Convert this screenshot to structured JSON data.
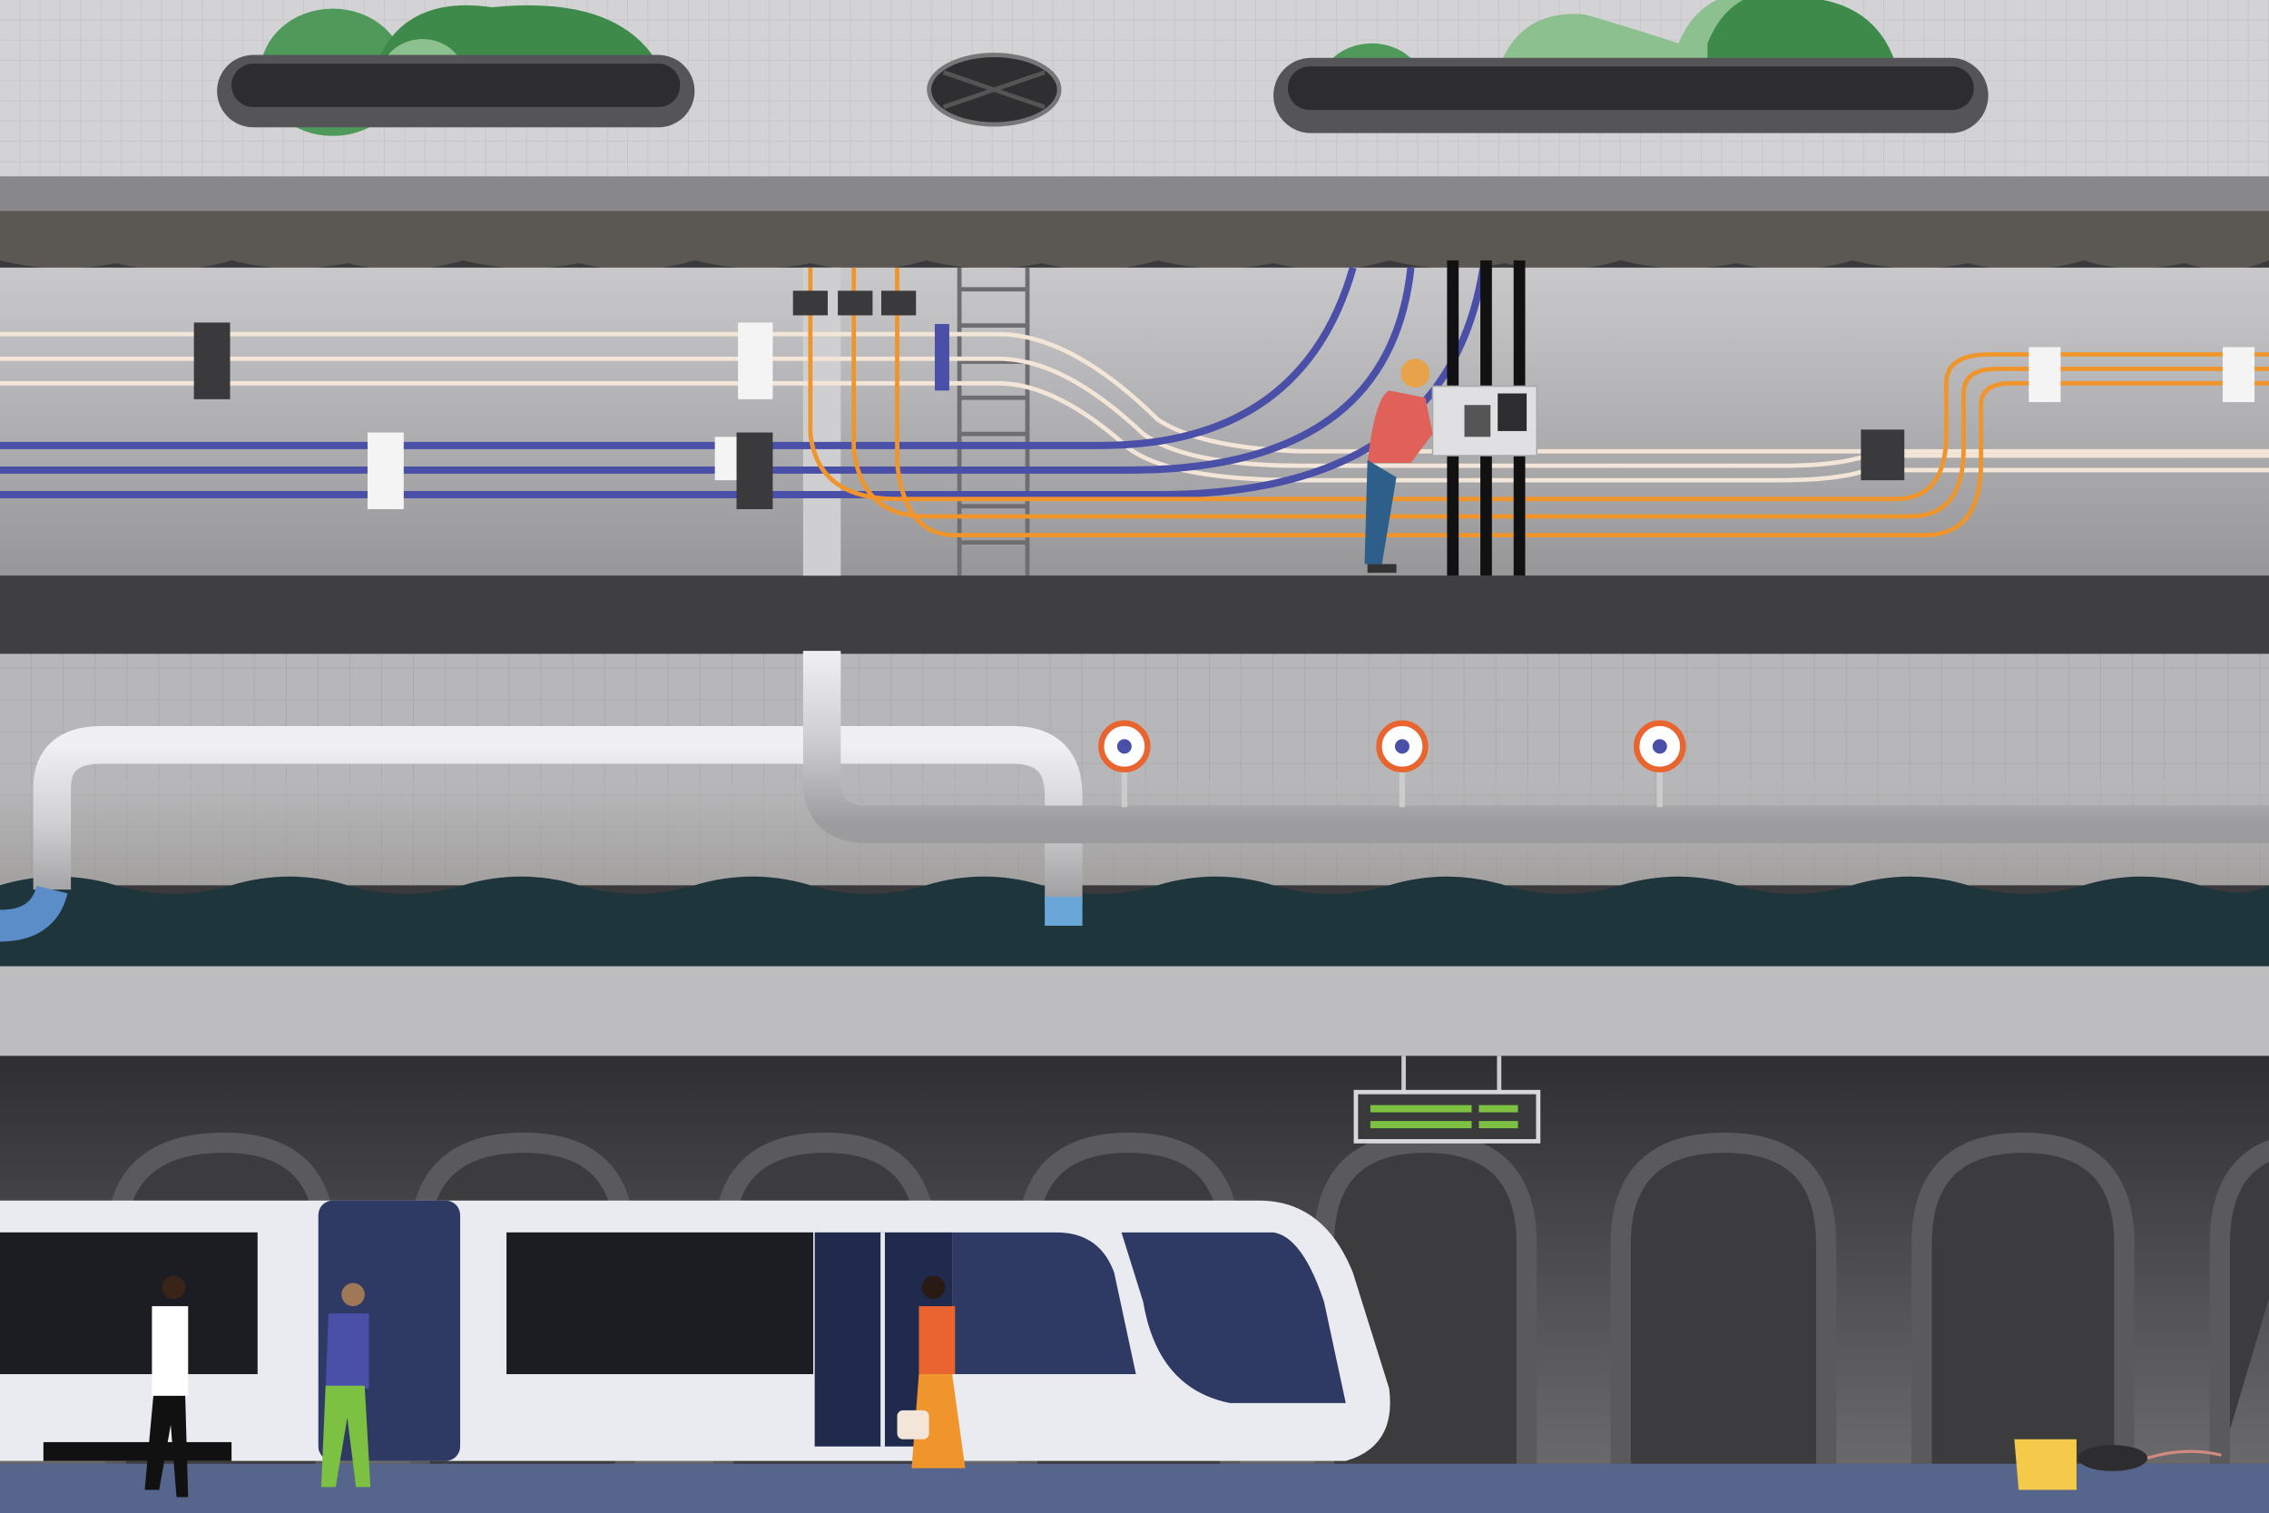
{
  "scene": {
    "layers": [
      "street-level",
      "soil",
      "utility-tunnel",
      "road-slab",
      "sewer",
      "concrete",
      "subway"
    ],
    "colors": {
      "wall_tile": "#d3d3d5",
      "soil": "#5b5752",
      "utility_tunnel": "#b4b4b6",
      "asphalt": "#3f3f41",
      "sewer_water": "#1e353b",
      "subway_dark": "#3a3a3c",
      "platform": "#56658c",
      "cable_blue": "#4a4fa8",
      "cable_orange": "#f0952b",
      "cable_cream": "#f3e6d8",
      "pipe": "#cfcfd1",
      "train_body": "#e9ebf1",
      "train_accent": "#2e3a63",
      "sign_green": "#7cc142",
      "plant_green": "#4f9a5a"
    }
  }
}
